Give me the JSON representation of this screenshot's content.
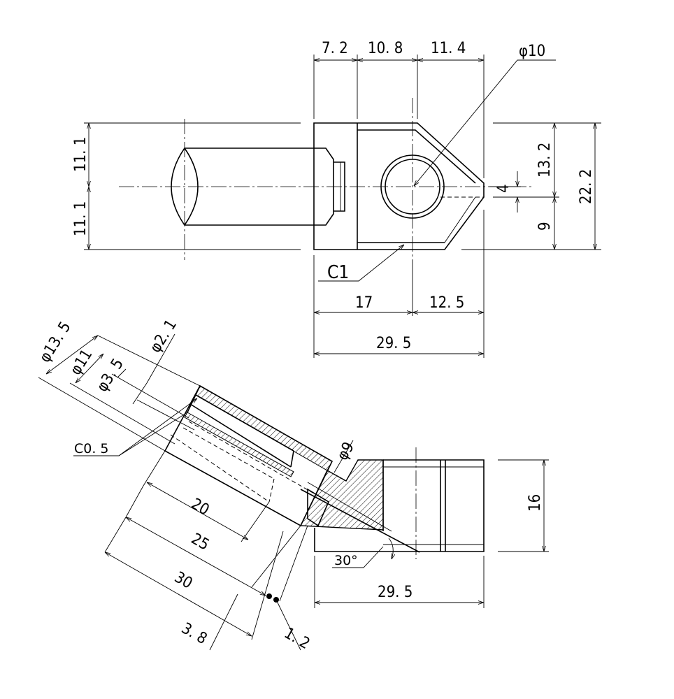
{
  "dimensions": {
    "top_7_2": "7. 2",
    "top_10_8": "10. 8",
    "top_11_4": "11. 4",
    "dia_10": "φ10",
    "left_11_1_a": "11. 1",
    "left_11_1_b": "11. 1",
    "right_13_2": "13. 2",
    "right_22_2": "22. 2",
    "right_4": "4",
    "right_9": "9",
    "chamfer_c1": "C1",
    "bottom_17": "17",
    "bottom_12_5": "12. 5",
    "bottom_29_5": "29. 5",
    "dia_13_5": "φ13. 5",
    "dia_11": "φ11",
    "dia_3_5": "φ3. 5",
    "dia_2_1": "φ2. 1",
    "chamfer_c0_5": "C0. 5",
    "dia_9": "φ9",
    "len_20": "20",
    "len_25": "25",
    "len_30": "30",
    "len_3_8": "3. 8",
    "len_1_2": "1. 2",
    "angle_30": "30°",
    "front_29_5": "29. 5",
    "height_16": "16"
  }
}
